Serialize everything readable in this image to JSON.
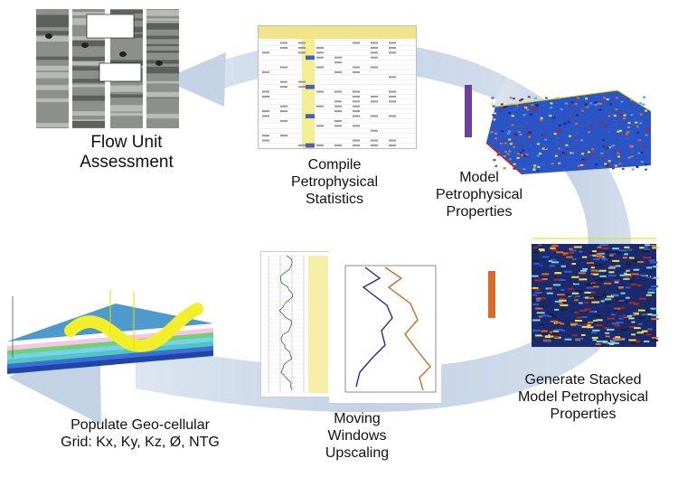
{
  "steps": [
    {
      "id": "flow-unit",
      "label": "Flow Unit\nAssessment"
    },
    {
      "id": "compile",
      "label": "Compile\nPetrophysical\nStatistics"
    },
    {
      "id": "model",
      "label": "Model\nPetrophysical\nProperties"
    },
    {
      "id": "stacked",
      "label": "Generate Stacked\nModel Petrophysical\nProperties"
    },
    {
      "id": "upscaling",
      "label": "Moving\nWindows\nUpscaling"
    },
    {
      "id": "populate",
      "label": "Populate Geo-cellular\nGrid: Kx, Ky, Kz, Ø, NTG"
    }
  ],
  "colors": {
    "arrow": "#c9d6e6",
    "table_header": "#f2e48a",
    "curve_blue": "#1f2f8f",
    "curve_orange": "#d2691e",
    "surface_yellow": "#f2ee2a",
    "layer_teal": "#4fc7c0"
  }
}
